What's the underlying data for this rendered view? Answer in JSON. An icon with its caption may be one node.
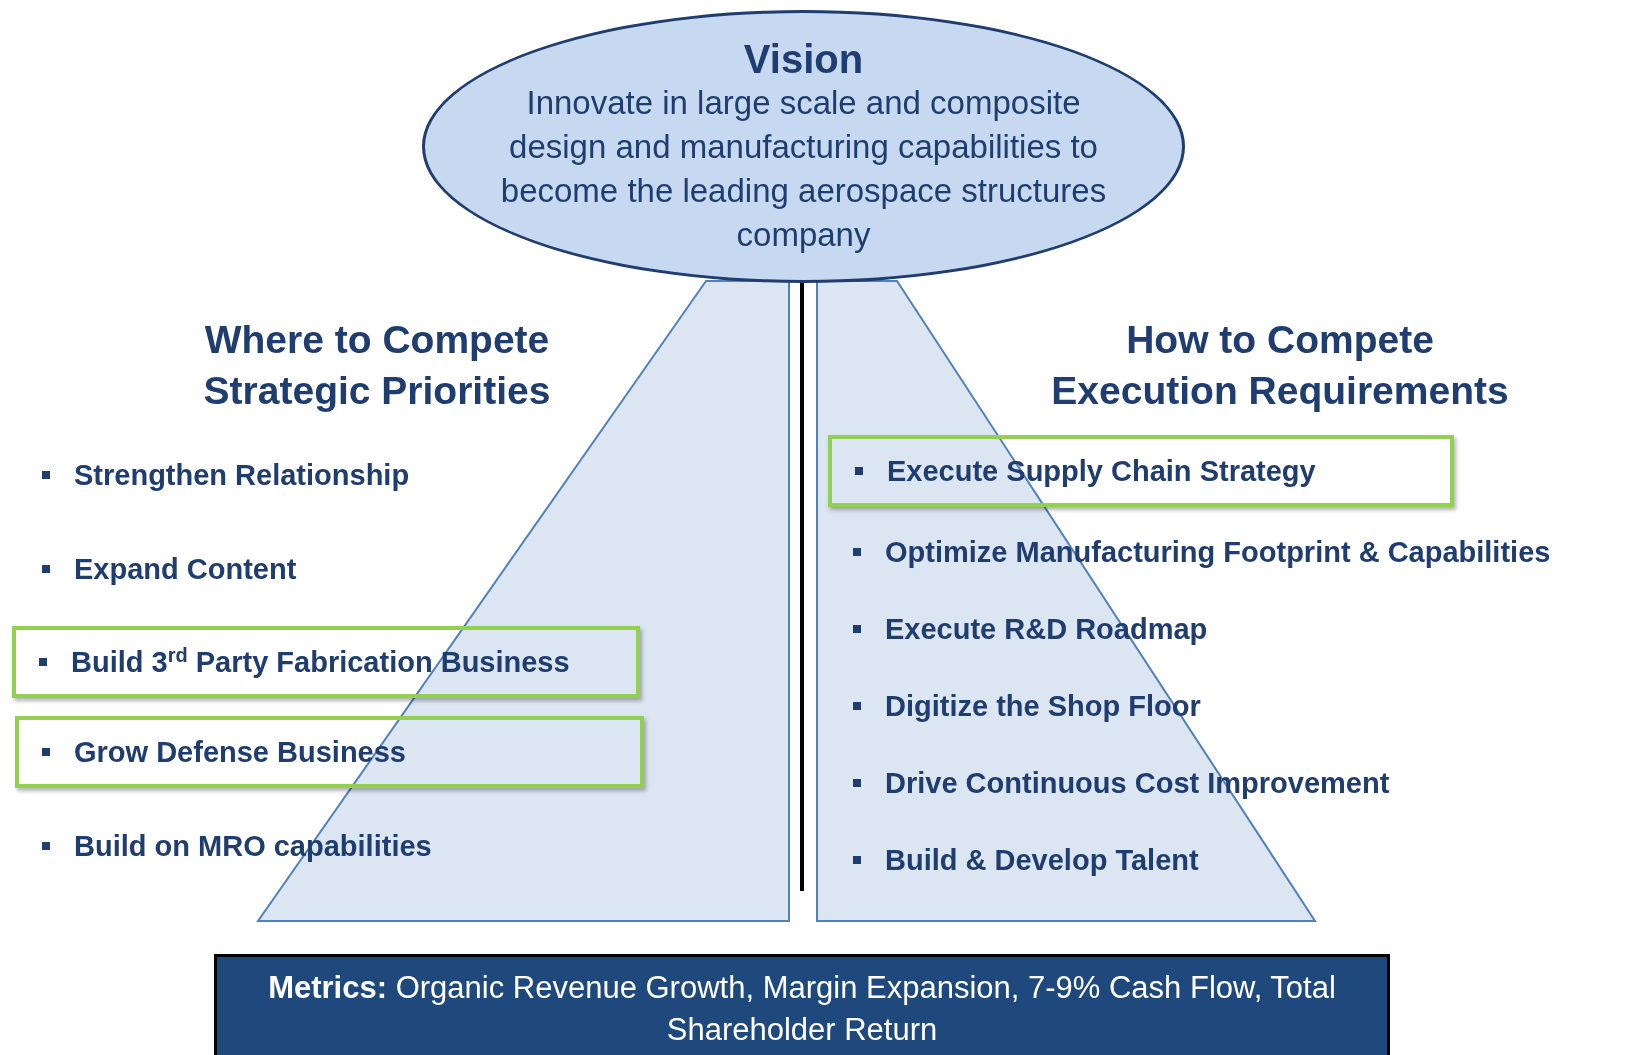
{
  "diagram": {
    "nodes": [
      {
        "text": [
          "Vision",
          "Innovate in large scale and composite design and manufacturing capabilities to become the leading aerospace structures company"
        ]
      },
      {
        "text": [
          "Build 3$^{rd}$ Party Fabrication Business"
        ]
      },
      {
        "text": [
          "Grow Defense Business"
        ]
      },
      {
        "text": [
          "Execute Supply Chain Strategy"
        ]
      },
      {
        "text": [
          "**Metrics:** Organic Revenue Growth, Margin Expansion, 7-9% Cash Flow, Total Shareholder Return"
        ]
      }
    ],
    "edges": [],
    "labels": [
      "Where to Compete",
      "Strategic Priorities",
      "How to Compete",
      "Execution Requirements",
      "Strengthen Relationship",
      "Expand Content",
      "Build on MRO capabilities",
      "Optimize Manufacturing Footprint & Capabilities",
      "Execute R&D Roadmap",
      "Digitize the Shop Floor",
      "Drive Continuous Cost Improvement",
      "Build & Develop Talent"
    ]
  }
}
